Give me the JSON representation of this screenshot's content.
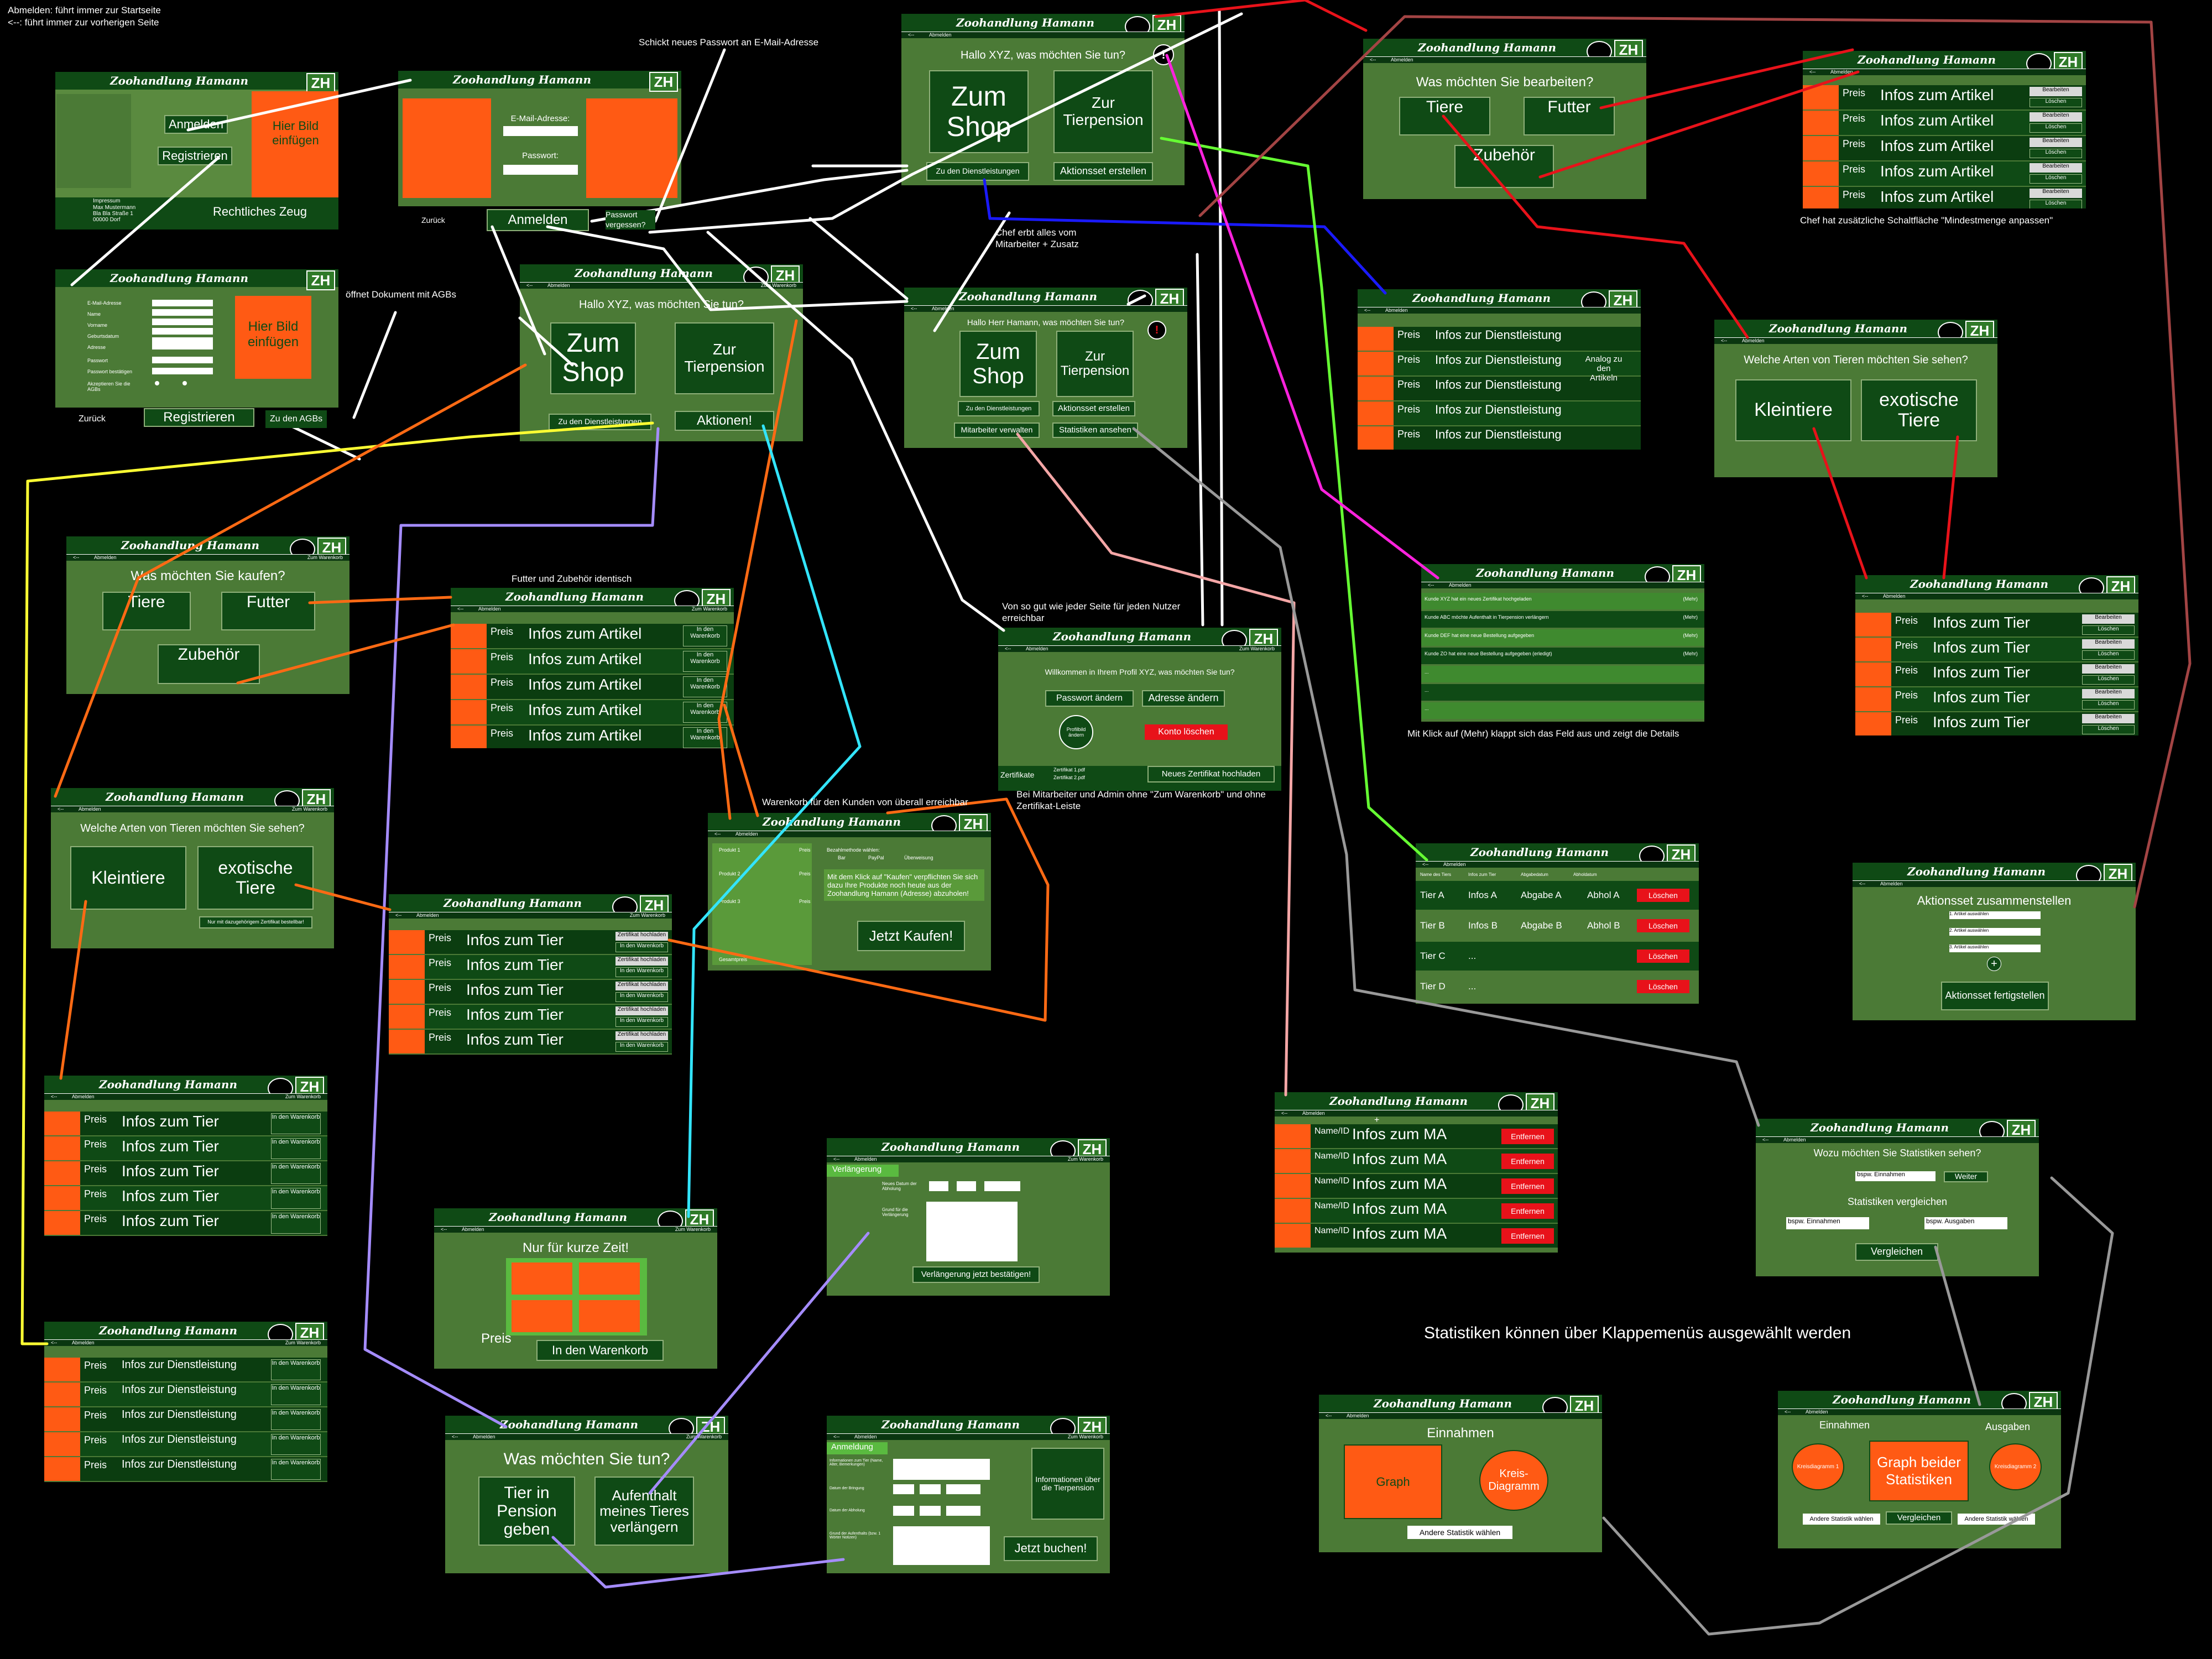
{
  "brand": {
    "title": "Zoohandlung Hamann",
    "logo": "ZH",
    "colors": {
      "dark_green": "#0f4a15",
      "mid_green": "#4b7a36",
      "orange": "#ff5a14",
      "red": "#e8121a"
    }
  },
  "notes": {
    "legend_1": "Abmelden: führt immer zur Startseite",
    "legend_2": "<--: führt immer zur vorherigen Seite",
    "password": "Schickt neues Passwort an E-Mail-Adresse",
    "agb": "öffnet Dokument mit AGBs",
    "chef": "Chef erbt alles vom Mitarbeiter + Zusatz",
    "food_same": "Futter und Zubehör identisch",
    "profile_reach": "Von so gut wie jeder Seite für jeden Nutzer erreichbar",
    "cart_reach": "Warenkorb für den Kunden von überall erreichbar",
    "cart_staff": "Bei Mitarbeiter und Admin ohne \"Zum Warenkorb\" und ohne Zertifikat-Leiste",
    "chef_min": "Chef hat zusätzliche Schaltfläche \"Mindestmenge anpassen\"",
    "details": "Mit Klick auf (Mehr) klappt sich das Feld aus und zeigt die Details",
    "stats_menus": "Statistiken können über Klappemenüs ausgewählt werden"
  },
  "nav": {
    "back": "<--",
    "logout": "Abmelden",
    "cart": "Zum Warenkorb"
  },
  "start": {
    "login": "Anmelden",
    "register": "Registrieren",
    "image": "Hier Bild einfügen",
    "legal": "Rechtliches Zeug",
    "impressum": "Impressum",
    "address": "Max Mustermann Bla Bla Straße 1 00000 Dorf"
  },
  "login": {
    "email_label": "E-Mail-Adresse:",
    "password_label": "Passwort:",
    "back": "Zurück",
    "login": "Anmelden",
    "forgot": "Passwort vergessen?"
  },
  "register": {
    "fields": [
      "E-Mail-Adresse",
      "Name",
      "Vorname",
      "Geburtsdatum",
      "Adresse",
      "Passwort",
      "Passwort bestätigen",
      "Akzeptieren Sie die AGBs"
    ],
    "image": "Hier Bild einfügen",
    "back": "Zurück",
    "register": "Registrieren",
    "agb": "Zu den AGBs"
  },
  "home_customer": {
    "greeting": "Hallo XYZ, was möchten Sie tun?",
    "shop": "Zum Shop",
    "pension": "Zur Tierpension",
    "services": "Zu den Dienstleistungen",
    "actions": "Aktionen!"
  },
  "home_staff": {
    "greeting": "Hallo XYZ, was möchten Sie tun?",
    "shop": "Zum Shop",
    "pension": "Zur Tierpension",
    "services": "Zu den Dienstleistungen",
    "create_set": "Aktionsset erstellen"
  },
  "home_chef": {
    "greeting": "Hallo Herr Hamann, was möchten Sie tun?",
    "shop": "Zum Shop",
    "pension": "Zur Tierpension",
    "services": "Zu den Dienstleistungen",
    "create_set": "Aktionsset erstellen",
    "manage_staff": "Mitarbeiter verwalten",
    "stats": "Statistiken ansehen"
  },
  "shop": {
    "question": "Was möchten Sie kaufen?",
    "animals": "Tiere",
    "food": "Futter",
    "accessories": "Zubehör"
  },
  "animal_kinds": {
    "question": "Welche Arten von Tieren möchten Sie sehen?",
    "small": "Kleintiere",
    "exotic": "exotische Tiere",
    "cert_note": "Nur mit dazugehörigem Zertifikat bestellbar!"
  },
  "list_labels": {
    "price": "Preis",
    "article": "Infos zum Artikel",
    "animal": "Infos zum Tier",
    "service": "Infos zur Dienstleistung",
    "staff": "Infos zum MA",
    "name_id": "Name/ID",
    "add_cart": "In den Warenkorb",
    "cert_upload": "Zertifikat hochladen",
    "edit": "Bearbeiten",
    "delete": "Löschen",
    "remove": "Entfernen",
    "analog": "Analog zu den Artikeln"
  },
  "profile": {
    "greeting": "Willkommen in Ihrem Profil XYZ, was möchten Sie tun?",
    "change_pw": "Passwort ändern",
    "change_addr": "Adresse ändern",
    "delete": "Konto löschen",
    "profile_pic": "Profilbild ändern",
    "certs": "Zertifikate",
    "cert_1": "Zertifikat 1.pdf",
    "cert_2": "Zertifikat 2.pdf",
    "upload": "Neues Zertifikat hochladen"
  },
  "cart": {
    "products": [
      "Produkt 1",
      "Produkt 2",
      "Produkt 3"
    ],
    "price": "Preis",
    "total": "Gesamtpreis",
    "payment": "Bezahlmethode wählen:",
    "methods": [
      "Bar",
      "PayPal",
      "Überweisung"
    ],
    "info": "Mit dem Klick auf \"Kaufen\" verpflichten Sie sich dazu Ihre Produkte noch heute aus der Zoohandlung Hamann (Adresse) abzuholen!",
    "buy": "Jetzt Kaufen!"
  },
  "offer": {
    "title": "Nur für kurze Zeit!",
    "price": "Preis",
    "add": "In den Warenkorb"
  },
  "pension": {
    "question": "Was möchten Sie tun?",
    "give": "Tier in Pension geben",
    "extend": "Aufenthalt meines Tieres verlängern"
  },
  "extension": {
    "tab": "Verlängerung",
    "date_label": "Neues Datum der Abholung",
    "reason_label": "Grund für die Verlängerung",
    "confirm": "Verlängerung jetzt bestätigen!"
  },
  "booking": {
    "tab": "Anmeldung",
    "info_label": "Informationen zum Tier (Name, Alter, Bemerkungen)",
    "start_label": "Datum der Bringung",
    "end_label": "Datum der Abholung",
    "reason_label": "Grund der Aufenthalts (bzw. 1 Wörter Notizen)",
    "side": "Informationen über die Tierpension",
    "book": "Jetzt buchen!"
  },
  "edit": {
    "question": "Was möchten Sie bearbeiten?",
    "animals": "Tiere",
    "food": "Futter",
    "accessories": "Zubehör"
  },
  "notifications": {
    "items": [
      "Kunde XYZ hat ein neues Zertifikat hochgeladen",
      "Kunde ABC möchte Aufenthalt in Tierpension verlängern",
      "Kunde DEF hat eine neue Bestellung aufgegeben",
      "Kunde ZO hat eine neue Bestellung aufgegeben (erledigt)",
      "...",
      "...",
      "..."
    ],
    "more": "(Mehr)"
  },
  "pension_list": {
    "headers": [
      "Name des Tiers",
      "Infos zum Tier",
      "Abgabedatum",
      "Abholdatum"
    ],
    "rows": [
      [
        "Tier A",
        "Infos A",
        "Abgabe A",
        "Abhol A"
      ],
      [
        "Tier B",
        "Infos B",
        "Abgabe B",
        "Abhol B"
      ],
      [
        "Tier C",
        "...",
        "",
        ""
      ],
      [
        "Tier D",
        "...",
        "",
        ""
      ]
    ],
    "delete": "Löschen"
  },
  "set_builder": {
    "title": "Aktionsset zusammenstellen",
    "items": [
      "1. Artikel auswählen",
      "2. Artikel auswählen",
      "3. Artikel auswählen"
    ],
    "plus": "+",
    "finish": "Aktionsset fertigstellen"
  },
  "stats_select": {
    "question": "Wozu möchten Sie Statistiken sehen?",
    "example_1": "bspw. Einnahmen",
    "next": "Weiter",
    "compare_title": "Statistiken vergleichen",
    "example_2": "bspw. Einnahmen",
    "example_3": "bspw. Ausgaben",
    "compare": "Vergleichen"
  },
  "stats_single": {
    "title": "Einnahmen",
    "graph": "Graph",
    "pie": "Kreis-Diagramm",
    "other": "Andere Statistik wählen"
  },
  "stats_compare": {
    "left": "Einnahmen",
    "right": "Ausgaben",
    "pie_1": "Kreisdiagramm 1",
    "pie_2": "Kreisdiagramm 2",
    "graph": "Graph beider Statistiken",
    "other": "Andere Statistik wählen",
    "compare": "Vergleichen"
  }
}
